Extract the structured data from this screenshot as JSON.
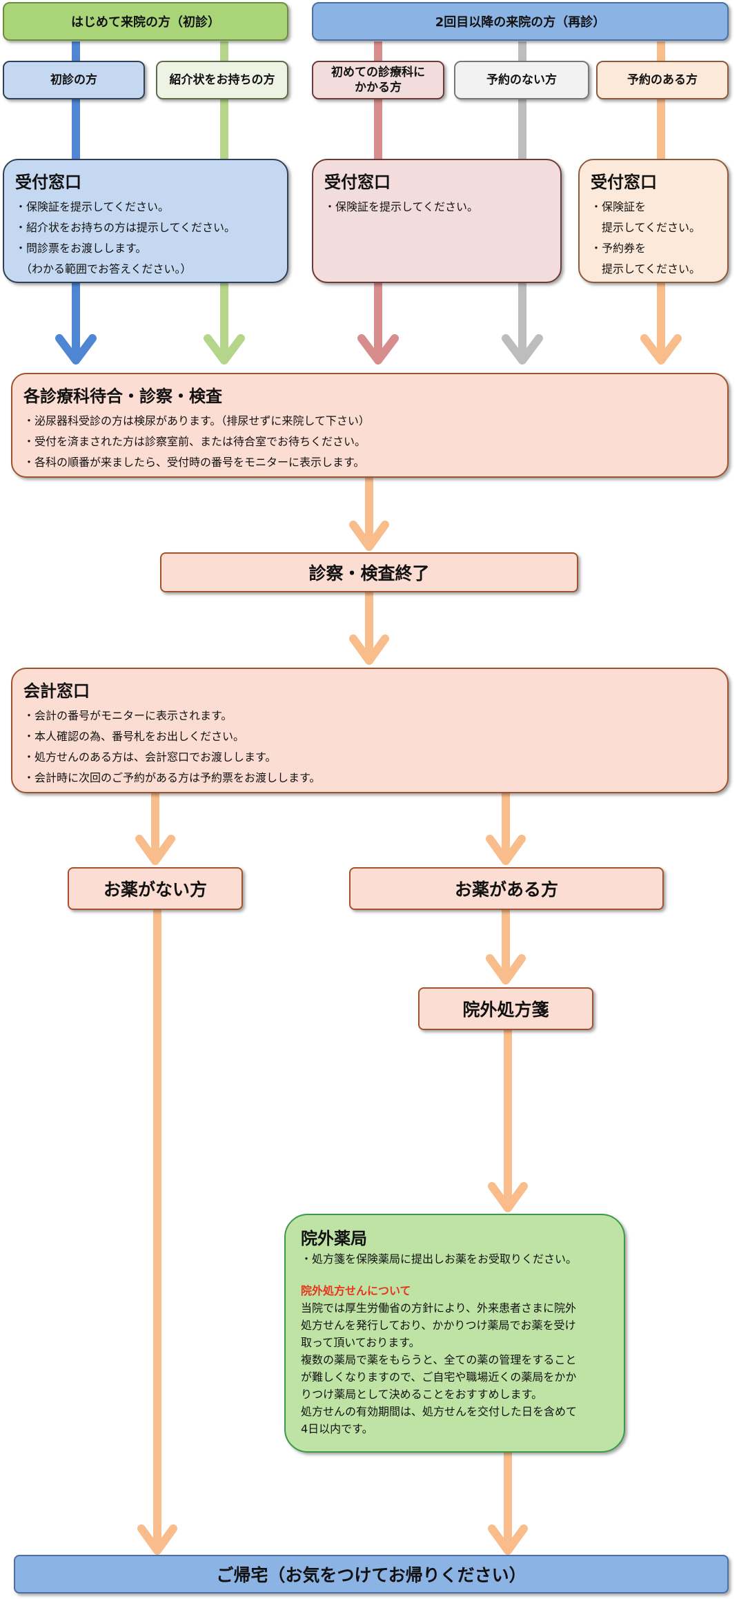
{
  "colors": {
    "blue": "#4f86d4",
    "green": "#b5d58a",
    "rose": "#d88d8d",
    "gray": "#bdbdbd",
    "peach": "#f9bd8c",
    "red_note": "#e8341c"
  },
  "header": {
    "first_visit": "はじめて来院の方（初診）",
    "return_visit": "2回目以降の来院の方（再診）"
  },
  "categories": [
    "初診の方",
    "紹介状をお持ちの方",
    "初めての診療科に\nかかる方",
    "予約のない方",
    "予約のある方"
  ],
  "reception_first": {
    "title": "受付窓口",
    "lines": [
      "・保険証を提示してください。",
      "・紹介状をお持ちの方は提示してください。",
      "・問診票をお渡しします。",
      "　（わかる範囲でお答えください。）"
    ]
  },
  "reception_dept": {
    "title": "受付窓口",
    "lines": [
      "・保険証を提示してください。"
    ]
  },
  "reception_appt": {
    "title": "受付窓口",
    "lines": [
      "・保険証を",
      "　提示してください。",
      "・予約券を",
      "　提示してください。"
    ]
  },
  "waiting": {
    "title": "各診療科待合・診察・検査",
    "lines": [
      "・泌尿器科受診の方は検尿があります。（排尿せずに来院して下さい）",
      "・受付を済まされた方は診察室前、または待合室でお待ちください。",
      "・各科の順番が来ましたら、受付時の番号をモニターに表示します。"
    ]
  },
  "exam_end": "診察・検査終了",
  "cashier": {
    "title": "会計窓口",
    "lines": [
      "・会計の番号がモニターに表示されます。",
      "・本人確認の為、番号札をお出しください。",
      "・処方せんのある方は、会計窓口でお渡しします。",
      "・会計時に次回のご予約がある方は予約票をお渡しします。"
    ]
  },
  "no_medicine": "お薬がない方",
  "with_medicine": "お薬がある方",
  "prescription": "院外処方箋",
  "pharmacy": {
    "title": "院外薬局",
    "line": "・処方箋を保険薬局に提出しお薬をお受取りください。",
    "note_title": "院外処方せんについて",
    "note_lines": [
      "当院では厚生労働省の方針により、外来患者さまに院外",
      "処方せんを発行しており、かかりつけ薬局でお薬を受け",
      "取って頂いております。",
      "複数の薬局で薬をもらうと、全ての薬の管理をすること",
      "が難しくなりますので、ご自宅や職場近くの薬局をかか",
      "りつけ薬局として決めることをおすすめします。",
      "処方せんの有効期間は、処方せんを交付した日を含めて",
      "4日以内です。"
    ]
  },
  "go_home": "ご帰宅（お気をつけてお帰りください）"
}
